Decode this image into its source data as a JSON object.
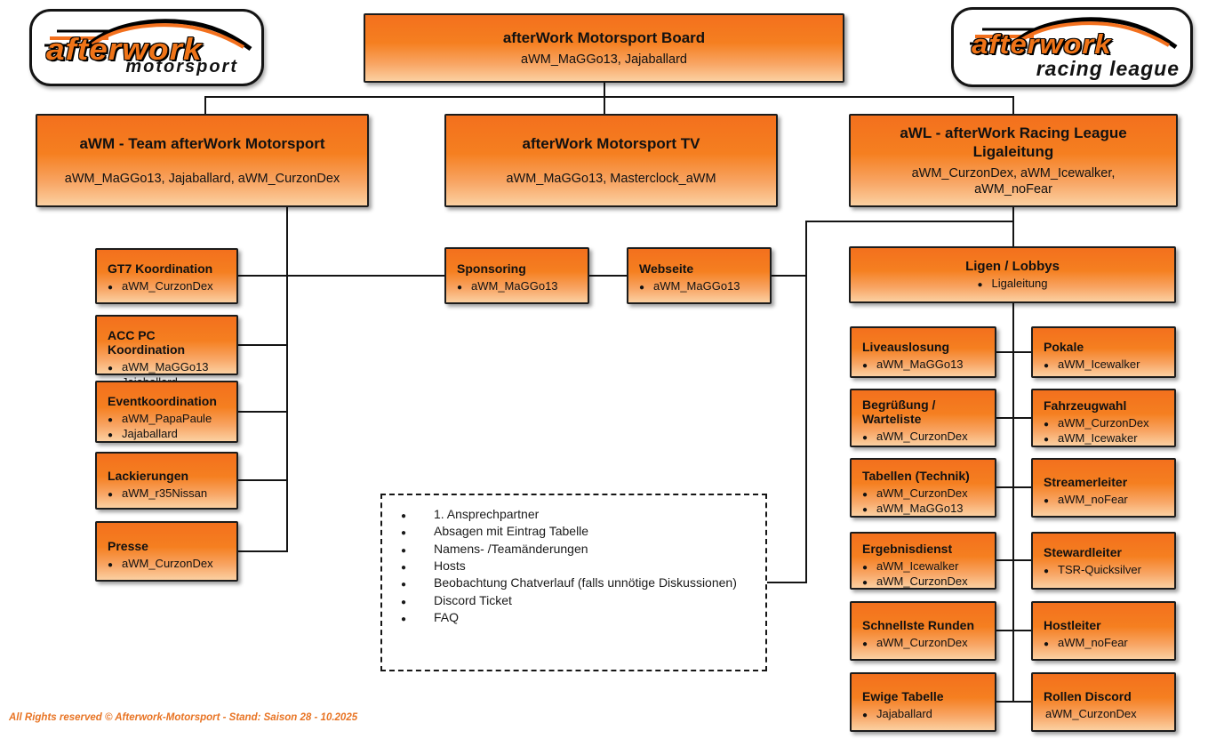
{
  "logos": {
    "left": {
      "brand": "afterwork",
      "sub": "motorsport"
    },
    "right": {
      "brand": "afterwork",
      "sub": "racing league"
    }
  },
  "board": {
    "title": "afterWork Motorsport Board",
    "members": "aWM_MaGGo13, Jajaballard"
  },
  "divisions": {
    "team": {
      "title": "aWM - Team afterWork Motorsport",
      "members": "aWM_MaGGo13, Jajaballard, aWM_CurzonDex"
    },
    "tv": {
      "title": "afterWork Motorsport TV",
      "members": "aWM_MaGGo13, Masterclock_aWM"
    },
    "league": {
      "title": "aWL - afterWork Racing League Ligaleitung",
      "members": "aWM_CurzonDex, aWM_Icewalker, aWM_noFear"
    }
  },
  "team_roles": [
    {
      "title": "GT7 Koordination",
      "members": [
        "aWM_CurzonDex"
      ]
    },
    {
      "title": "ACC PC Koordination",
      "members": [
        "aWM_MaGGo13",
        "Jajaballard"
      ]
    },
    {
      "title": "Eventkoordination",
      "members": [
        "aWM_PapaPaule",
        "Jajaballard"
      ]
    },
    {
      "title": "Lackierungen",
      "members": [
        "aWM_r35Nissan"
      ]
    },
    {
      "title": "Presse",
      "members": [
        "aWM_CurzonDex"
      ]
    }
  ],
  "shared_roles": [
    {
      "title": "Sponsoring",
      "members": [
        "aWM_MaGGo13"
      ]
    },
    {
      "title": "Webseite",
      "members": [
        "aWM_MaGGo13"
      ]
    }
  ],
  "league_root": {
    "title": "Ligen / Lobbys",
    "members": [
      "Ligaleitung"
    ]
  },
  "league_roles_left": [
    {
      "title": "Liveauslosung",
      "members": [
        "aWM_MaGGo13"
      ]
    },
    {
      "title": "Begrüßung / Warteliste",
      "members": [
        "aWM_CurzonDex"
      ]
    },
    {
      "title": "Tabellen (Technik)",
      "members": [
        "aWM_CurzonDex",
        "aWM_MaGGo13"
      ]
    },
    {
      "title": "Ergebnisdienst",
      "members": [
        "aWM_Icewalker",
        "aWM_CurzonDex"
      ]
    },
    {
      "title": "Schnellste Runden",
      "members": [
        "aWM_CurzonDex"
      ]
    },
    {
      "title": "Ewige Tabelle",
      "members": [
        "Jajaballard"
      ]
    }
  ],
  "league_roles_right": [
    {
      "title": "Pokale",
      "members": [
        "aWM_Icewalker"
      ]
    },
    {
      "title": "Fahrzeugwahl",
      "members": [
        "aWM_CurzonDex",
        "aWM_Icewaker"
      ]
    },
    {
      "title": "Streamerleiter",
      "members": [
        "aWM_noFear"
      ]
    },
    {
      "title": "Stewardleiter",
      "members": [
        "TSR-Quicksilver"
      ]
    },
    {
      "title": "Hostleiter",
      "members": [
        "aWM_noFear"
      ]
    },
    {
      "title": "Rollen Discord",
      "members": [
        "aWM_CurzonDex"
      ]
    }
  ],
  "notes": {
    "items": [
      "1. Ansprechpartner",
      "Absagen mit Eintrag Tabelle",
      "Namens- /Teamänderungen",
      "Hosts",
      "Beobachtung Chatverlauf (falls unnötige Diskussionen)",
      "Discord Ticket",
      "FAQ"
    ]
  },
  "footer": {
    "text": "All Rights reserved © Afterwork-Motorsport - Stand: Saison 28 - 10.2025"
  },
  "colors": {
    "box_orange_top": "#f3701d",
    "box_orange_bottom": "#fbd0a1",
    "line_black": "#141414",
    "footer_orange": "#e87424"
  }
}
